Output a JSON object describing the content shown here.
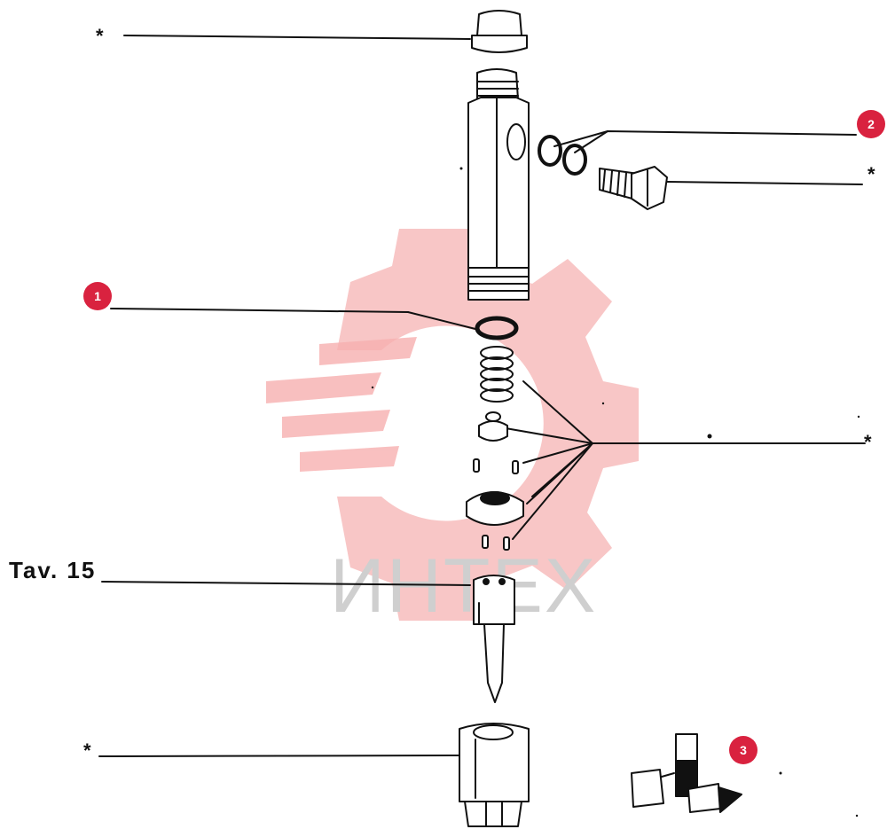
{
  "labels": {
    "tav": "Tav. 15",
    "star": "*"
  },
  "callouts": [
    {
      "id": "1",
      "text": "1"
    },
    {
      "id": "2",
      "text": "2"
    },
    {
      "id": "3",
      "text": "3"
    }
  ],
  "watermark": {
    "text": "ИНТЕХ",
    "color": "#f08a8a"
  },
  "colors": {
    "badge": "#d9223f",
    "ink": "#111111"
  }
}
